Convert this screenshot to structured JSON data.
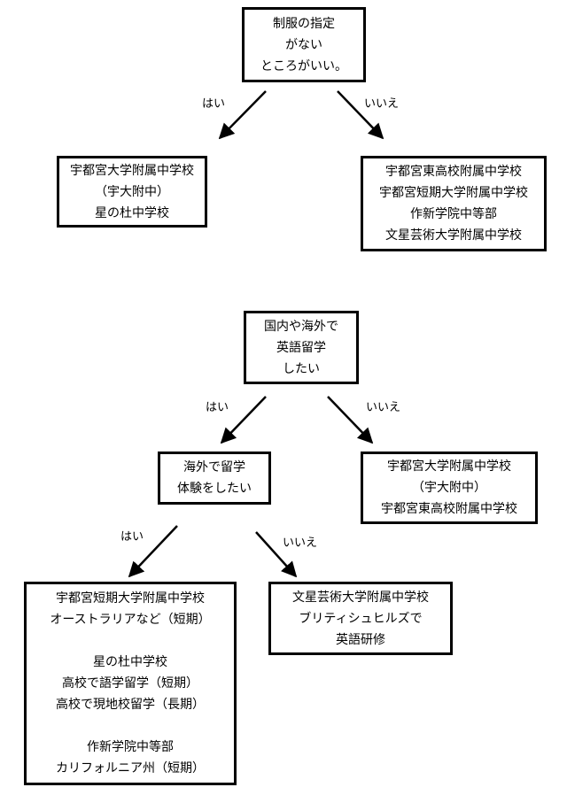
{
  "flow1": {
    "question": [
      "制服の指定",
      "がない",
      "ところがいい。"
    ],
    "yes_label": "はい",
    "no_label": "いいえ",
    "yes_answer": [
      "宇都宮大学附属中学校",
      "（宇大附中）",
      "星の杜中学校"
    ],
    "no_answer": [
      "宇都宮東高校附属中学校",
      "宇都宮短期大学附属中学校",
      "作新学院中等部",
      "文星芸術大学附属中学校"
    ]
  },
  "flow2": {
    "question": [
      "国内や海外で",
      "英語留学",
      "したい"
    ],
    "yes_label": "はい",
    "no_label": "いいえ",
    "sub_question": [
      "海外で留学",
      "体験をしたい"
    ],
    "no_answer": [
      "宇都宮大学附属中学校",
      "（宇大附中）",
      "宇都宮東高校附属中学校"
    ],
    "sub_yes_label": "はい",
    "sub_no_label": "いいえ",
    "sub_yes_answer": [
      "宇都宮短期大学附属中学校",
      "オーストラリアなど（短期）",
      "",
      "星の杜中学校",
      "高校で語学留学（短期）",
      "高校で現地校留学（長期）",
      "",
      "作新学院中等部",
      "カリフォルニア州（短期）"
    ],
    "sub_no_answer": [
      "文星芸術大学附属中学校",
      "ブリティシュヒルズで",
      "英語研修"
    ]
  }
}
